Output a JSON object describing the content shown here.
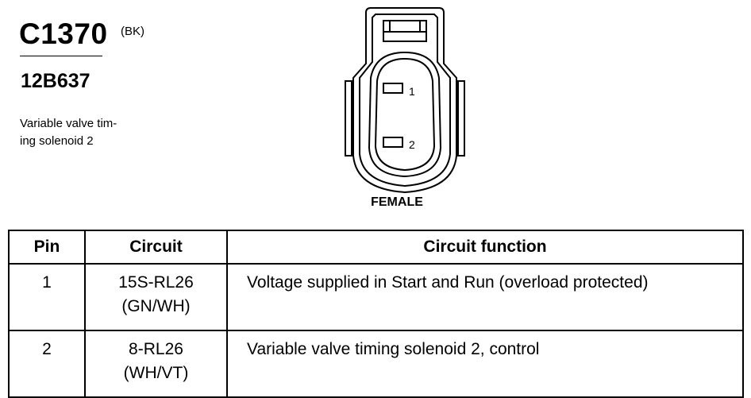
{
  "connector": {
    "id": "C1370",
    "color_code": "(BK)",
    "part_number": "12B637",
    "description_lines": [
      "Variable valve tim-",
      "ing solenoid 2"
    ]
  },
  "diagram": {
    "terminal_labels": [
      "1",
      "2"
    ],
    "gender": "FEMALE"
  },
  "table": {
    "headers": [
      "Pin",
      "Circuit",
      "Circuit function"
    ],
    "rows": [
      {
        "pin": "1",
        "circuit_code": "15S-RL26",
        "circuit_color": "(GN/WH)",
        "function": "Voltage supplied in Start and Run (overload protected)"
      },
      {
        "pin": "2",
        "circuit_code": "8-RL26",
        "circuit_color": "(WH/VT)",
        "function": "Variable valve timing solenoid 2, control"
      }
    ]
  }
}
